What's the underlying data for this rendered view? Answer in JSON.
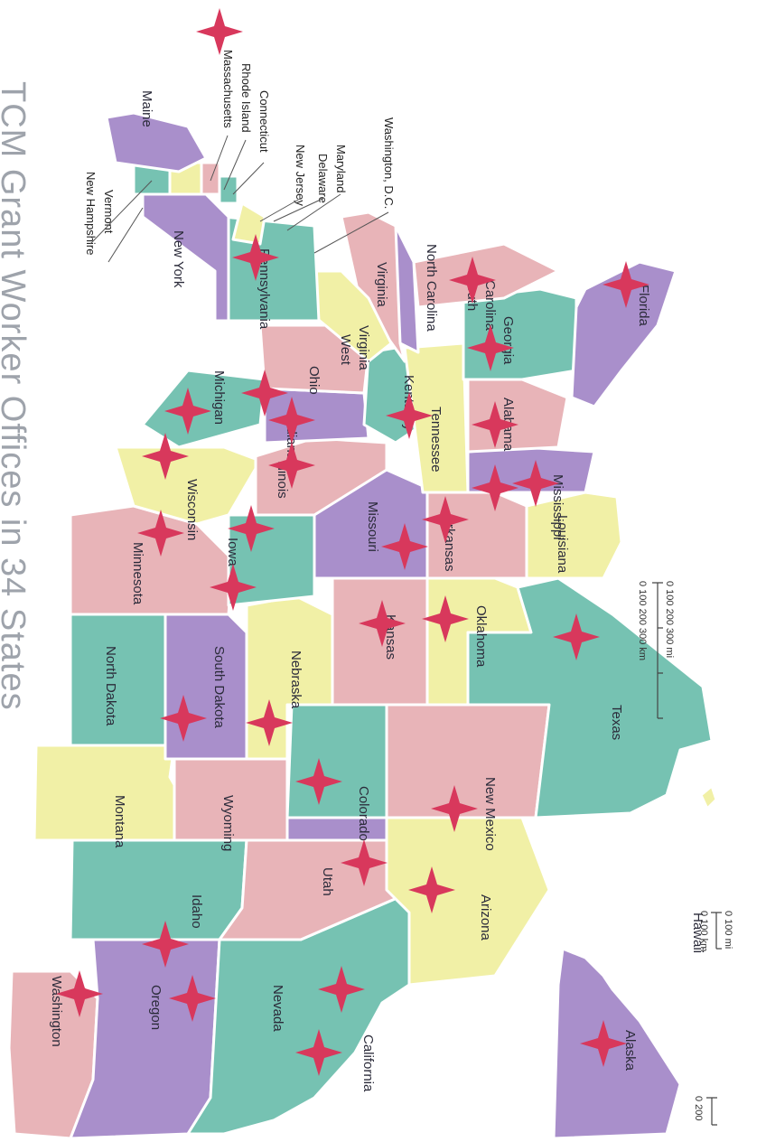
{
  "title": "TCM Grant Worker Offices in 34 States",
  "colors": {
    "purple": "#a98fcb",
    "pink": "#e8b4b8",
    "green": "#76c2b2",
    "yellow": "#f1f0a6",
    "marker": "#d8385c"
  },
  "states": {
    "maine": "Maine",
    "new_hampshire": "New Hampshire",
    "vermont": "Vermont",
    "massachusetts": "Massachusetts",
    "rhode_island": "Rhode Island",
    "connecticut": "Connecticut",
    "new_york": "New York",
    "new_jersey": "New Jersey",
    "delaware": "Delaware",
    "maryland": "Maryland",
    "washington_dc": "Washington, D.C.",
    "pennsylvania": "Pennsylvania",
    "virginia": "Virginia",
    "west": "West",
    "virginia2": "Virginia",
    "north_carolina": "North Carolina",
    "south": "South",
    "carolina": "Carolina",
    "ohio": "Ohio",
    "michigan": "Michigan",
    "indiana": "Indiana",
    "kentucky": "Kentucky",
    "tennessee": "Tennessee",
    "georgia": "Georgia",
    "florida": "Florida",
    "alabama": "Alabama",
    "mississippi": "Mississippi",
    "wisconsin": "Wisconsin",
    "illinois": "Illinois",
    "minnesota": "Minnesota",
    "iowa": "Iowa",
    "missouri": "Missouri",
    "arkansas": "Arkansas",
    "louisiana": "Louisiana",
    "north_dakota": "North Dakota",
    "south_dakota": "South Dakota",
    "nebraska": "Nebraska",
    "kansas": "Kansas",
    "oklahoma": "Oklahoma",
    "texas": "Texas",
    "montana": "Montana",
    "wyoming": "Wyoming",
    "colorado": "Colorado",
    "new_mexico": "New Mexico",
    "idaho": "Idaho",
    "utah": "Utah",
    "arizona": "Arizona",
    "washington": "Washington",
    "oregon": "Oregon",
    "nevada": "Nevada",
    "california": "California",
    "alaska": "Alaska",
    "hawaii": "Hawaii"
  },
  "scales": {
    "main_mi": "0    100    200    300 mi",
    "main_km": "0   100 200 300 km",
    "hawaii_mi": "0   100 mi",
    "hawaii_km": "0  100 km",
    "alaska": "0 200"
  },
  "marker_count": 34
}
